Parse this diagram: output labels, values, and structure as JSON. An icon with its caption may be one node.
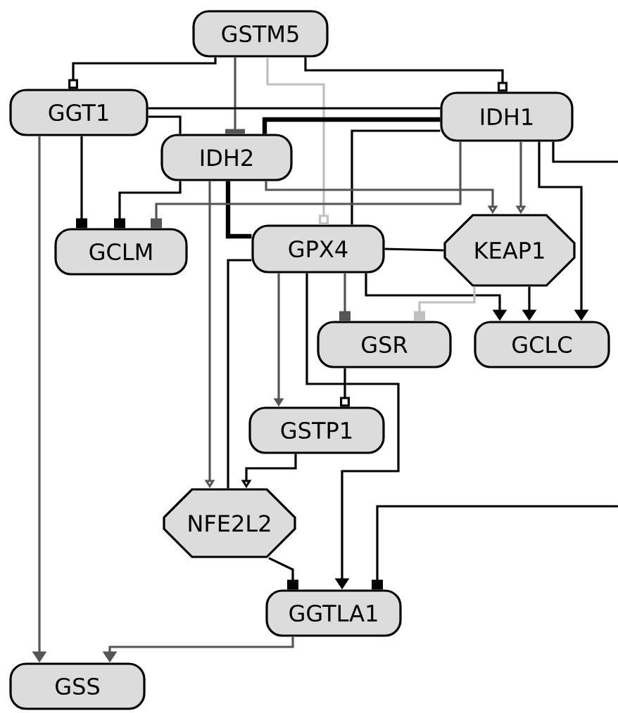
{
  "diagram": {
    "nodes": [
      {
        "text": [
          "GSTM5"
        ]
      },
      {
        "text": [
          "GGT1"
        ]
      },
      {
        "text": [
          "IDH1"
        ]
      },
      {
        "text": [
          "IDH2"
        ]
      },
      {
        "text": [
          "GCLM"
        ]
      },
      {
        "text": [
          "GPX4"
        ]
      },
      {
        "text": [
          "KEAP1"
        ]
      },
      {
        "text": [
          "GSR"
        ]
      },
      {
        "text": [
          "GCLC"
        ]
      },
      {
        "text": [
          "GSTP1"
        ]
      },
      {
        "text": [
          "NFE2L2"
        ]
      },
      {
        "text": [
          "GGTLA1"
        ]
      },
      {
        "text": [
          "GSS"
        ]
      }
    ],
    "edges": [
      {
        "from": 0,
        "to": 1,
        "arrow": "other"
      },
      {
        "from": 0,
        "to": 3,
        "arrow": "other",
        "color": "#555555"
      },
      {
        "from": 0,
        "to": 5,
        "arrow": "other",
        "color": "#c0c0c0"
      },
      {
        "from": 0,
        "to": 2,
        "arrow": "other"
      },
      {
        "from": 1,
        "to": 2,
        "arrow": "none"
      },
      {
        "from": 1,
        "to": 3,
        "arrow": "none"
      },
      {
        "from": 2,
        "to": 3,
        "arrow": "none",
        "style": "thick"
      },
      {
        "from": 3,
        "to": 5,
        "arrow": "none",
        "style": "thick"
      },
      {
        "from": 2,
        "to": 5,
        "arrow": "none"
      },
      {
        "from": 1,
        "to": 4,
        "arrow": "other"
      },
      {
        "from": 1,
        "to": 12,
        "arrow": "to",
        "color": "#555555"
      },
      {
        "from": 3,
        "to": 4,
        "arrow": "other"
      },
      {
        "from": 2,
        "to": 4,
        "arrow": "other",
        "color": "#555555"
      },
      {
        "from": 3,
        "to": 6,
        "arrow": "to",
        "color": "#555555"
      },
      {
        "from": 2,
        "to": 6,
        "arrow": "to",
        "color": "#555555"
      },
      {
        "from": 2,
        "to": 8,
        "arrow": "to"
      },
      {
        "from": 2,
        "to": null,
        "arrow": "none"
      },
      {
        "from": null,
        "to": 11,
        "arrow": "other"
      },
      {
        "from": 3,
        "to": 10,
        "arrow": "to",
        "color": "#555555"
      },
      {
        "from": 5,
        "to": 10,
        "arrow": "none"
      },
      {
        "from": 5,
        "to": 6,
        "arrow": "none"
      },
      {
        "from": 5,
        "to": 7,
        "arrow": "other",
        "color": "#555555"
      },
      {
        "from": 5,
        "to": 8,
        "arrow": "to"
      },
      {
        "from": 6,
        "to": 7,
        "arrow": "other",
        "color": "#c0c0c0"
      },
      {
        "from": 6,
        "to": 8,
        "arrow": "to"
      },
      {
        "from": 5,
        "to": 9,
        "arrow": "to",
        "color": "#555555"
      },
      {
        "from": 5,
        "to": 11,
        "arrow": "to"
      },
      {
        "from": 7,
        "to": 9,
        "arrow": "other"
      },
      {
        "from": 9,
        "to": 10,
        "arrow": "to"
      },
      {
        "from": 10,
        "to": 11,
        "arrow": "other"
      },
      {
        "from": 11,
        "to": 12,
        "arrow": "to",
        "color": "#555555"
      }
    ]
  }
}
